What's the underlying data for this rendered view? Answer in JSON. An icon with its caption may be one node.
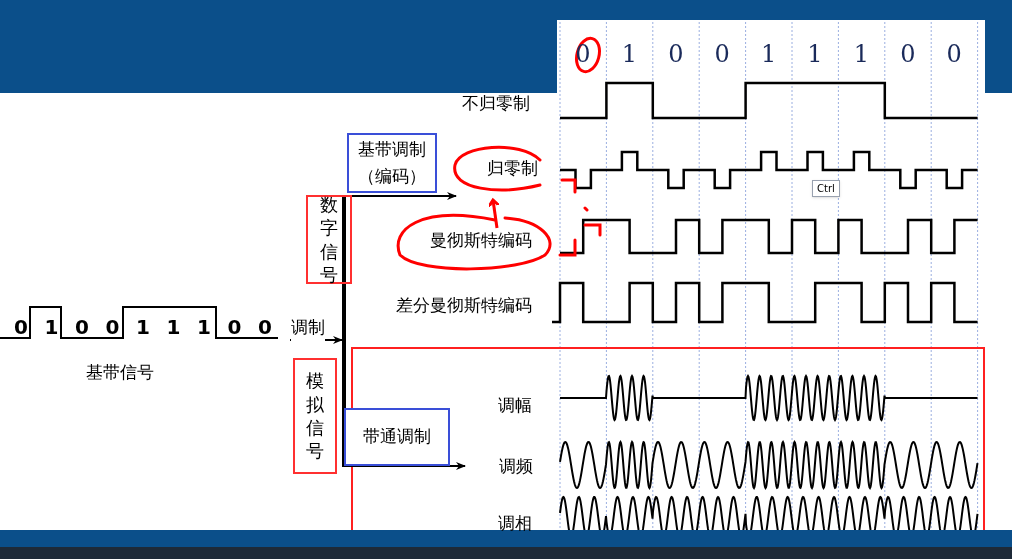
{
  "diagram": {
    "nodes": [
      {
        "text": [
          "基带调制（编码）"
        ]
      },
      {
        "text": [
          "数字信号"
        ]
      },
      {
        "text": [
          "模拟信号"
        ]
      },
      {
        "text": [
          "带通调制"
        ]
      },
      {
        "text": [
          "归零制"
        ]
      },
      {
        "text": [
          "曼彻斯特编码"
        ]
      },
      {
        "text": [
          "调频"
        ]
      },
      {
        "text": [],
        "shape": "bar"
      }
    ],
    "edges": [
      {
        "from": null,
        "to": 7,
        "arrow": "to",
        "label": "调制"
      },
      {
        "from": 7,
        "to": 4,
        "arrow": "to"
      },
      {
        "from": 7,
        "to": 6,
        "arrow": "to"
      },
      {
        "from": 5,
        "to": 4,
        "arrow": "to",
        "color": "#ff0000"
      }
    ],
    "labels": [
      "0",
      "1",
      "0",
      "0",
      "1",
      "1",
      "1",
      "0",
      "0",
      "不归零制",
      "Ctrl",
      "差分曼彻斯特编码",
      "0",
      "1",
      "0",
      "0",
      "1",
      "1",
      "1",
      "0",
      "0",
      "基带信号",
      "调幅",
      "调相"
    ]
  }
}
